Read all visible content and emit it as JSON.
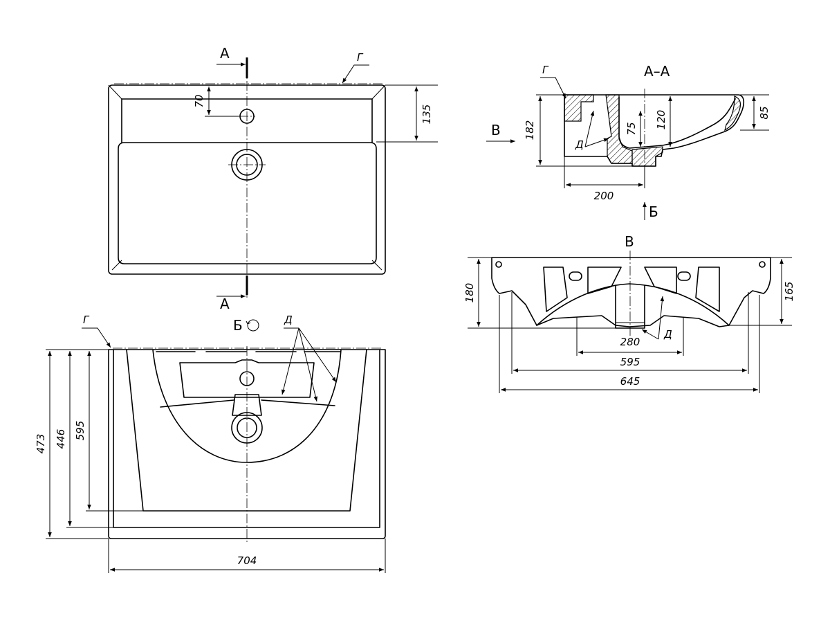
{
  "labels": {
    "section_a": "А",
    "section_aa": "А–А",
    "view_b": "Б",
    "view_v": "В",
    "mark_g": "Г",
    "mark_d": "Д"
  },
  "dimensions": {
    "top_70": "70",
    "top_135": "135",
    "sec_182": "182",
    "sec_75": "75",
    "sec_120": "120",
    "sec_85": "85",
    "sec_200": "200",
    "back_180": "180",
    "back_165": "165",
    "back_280": "280",
    "back_595": "595",
    "back_645": "645",
    "front_473": "473",
    "front_446": "446",
    "front_595": "595",
    "front_704": "704"
  }
}
